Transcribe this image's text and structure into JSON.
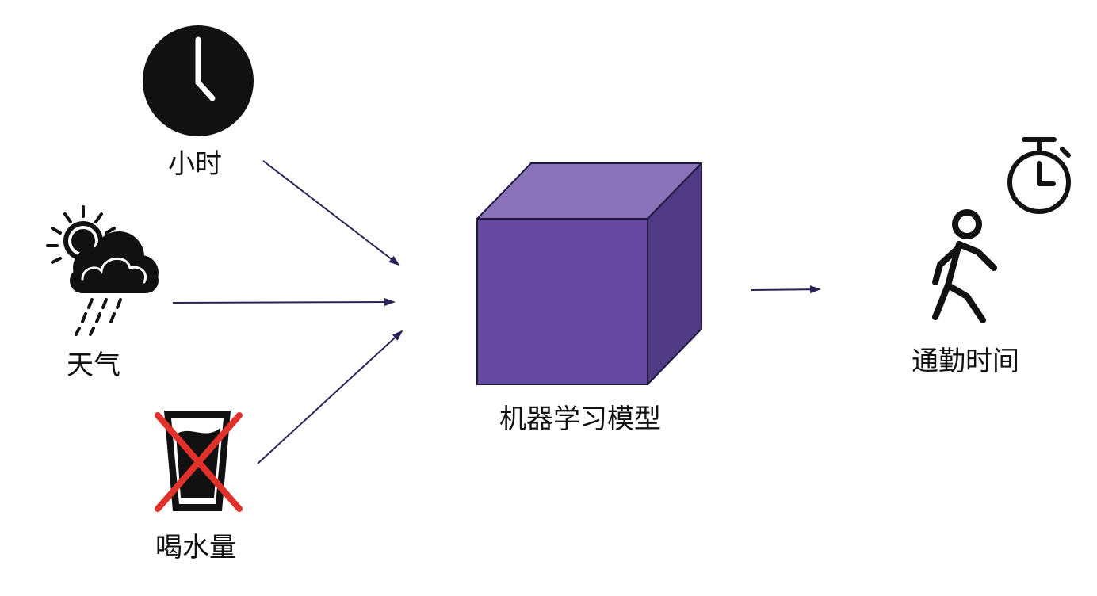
{
  "inputs": {
    "hour": {
      "label": "小时",
      "icon": "clock-icon"
    },
    "weather": {
      "label": "天气",
      "icon": "sun-cloud-rain-icon"
    },
    "water": {
      "label": "喝水量",
      "icon": "crossed-out-glass-icon"
    }
  },
  "model": {
    "label": "机器学习模型",
    "icon": "cube-icon"
  },
  "output": {
    "label": "通勤时间",
    "icons": [
      "stopwatch-icon",
      "walking-person-icon"
    ]
  },
  "colors": {
    "arrow": "#2a2358",
    "cube_front": "#6549a0",
    "cube_top": "#8a72b8",
    "cube_side": "#503a86",
    "cross": "#e0322b",
    "ink": "#111111"
  }
}
